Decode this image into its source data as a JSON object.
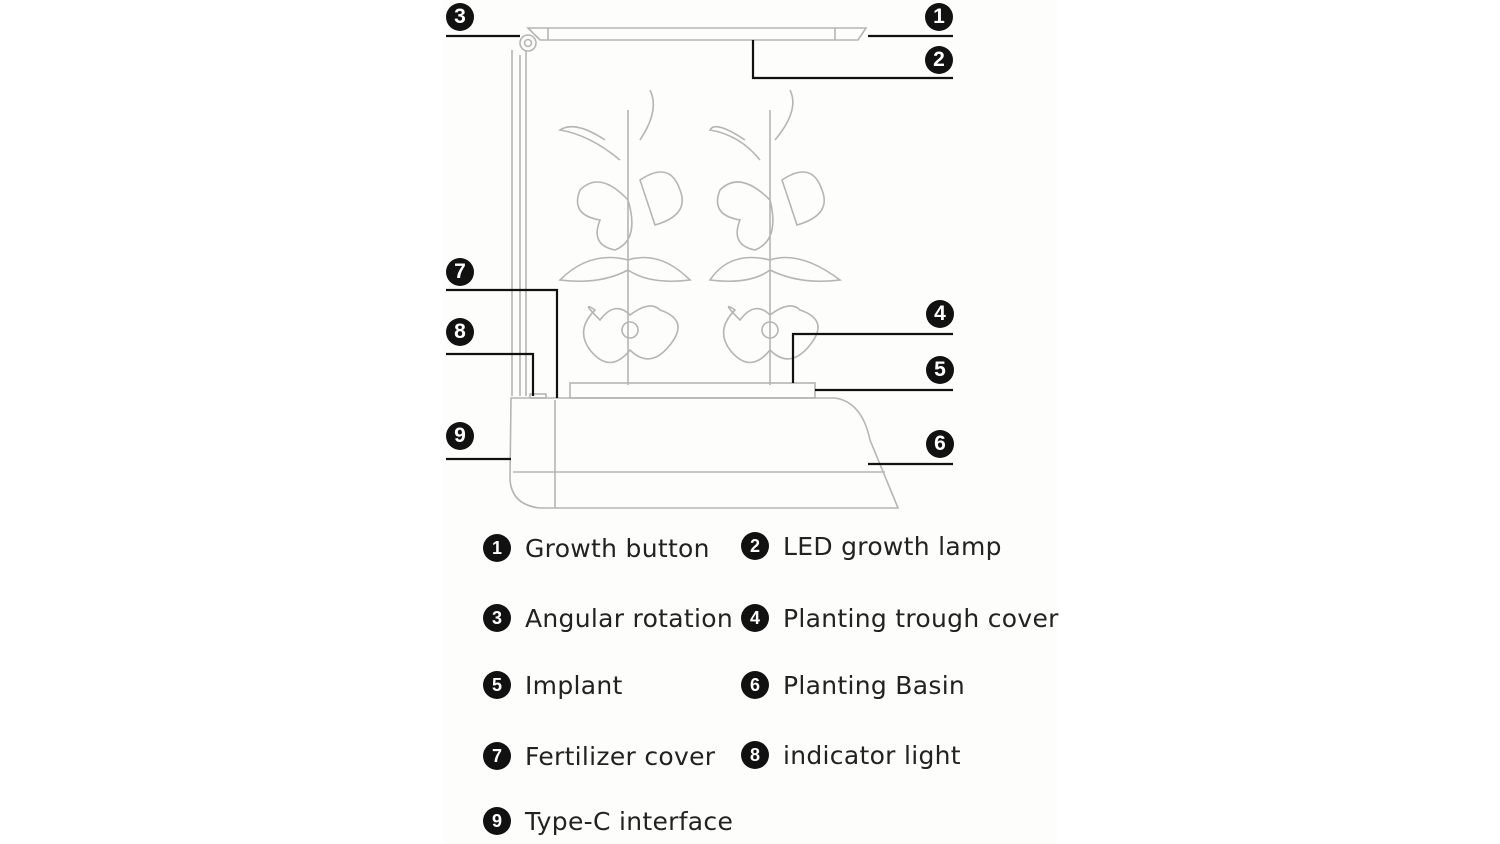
{
  "callouts": [
    {
      "num": "1",
      "label": "Growth button"
    },
    {
      "num": "2",
      "label": "LED growth lamp"
    },
    {
      "num": "3",
      "label": "Angular rotation"
    },
    {
      "num": "4",
      "label": "Planting trough cover"
    },
    {
      "num": "5",
      "label": "Implant"
    },
    {
      "num": "6",
      "label": "Planting Basin"
    },
    {
      "num": "7",
      "label": "Fertilizer cover"
    },
    {
      "num": "8",
      "label": "indicator light"
    },
    {
      "num": "9",
      "label": "Type-C interface"
    }
  ],
  "colors": {
    "line": "#111111",
    "drawing": "#b8b8b8"
  }
}
